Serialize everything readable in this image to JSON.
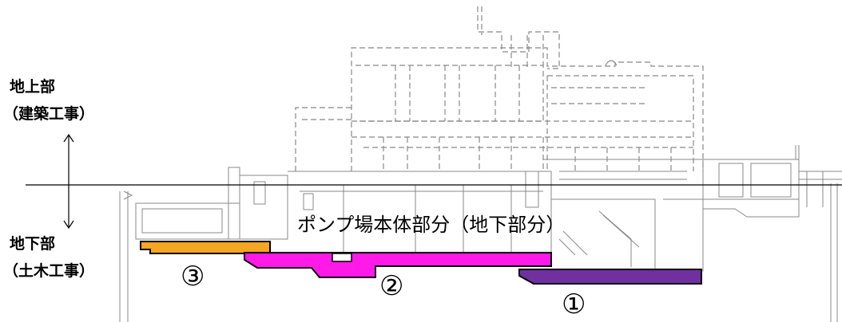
{
  "labels": {
    "above_ground": "地上部",
    "above_ground_sub": "（建築工事）",
    "below_ground": "地下部",
    "below_ground_sub": "（土木工事）",
    "pump_station_body": "ポンプ場本体部分（地下部分）"
  },
  "parts": [
    {
      "number": "③",
      "color": "#F5A623"
    },
    {
      "number": "②",
      "color": "#FF1AE8"
    },
    {
      "number": "①",
      "color": "#7030A0"
    }
  ]
}
